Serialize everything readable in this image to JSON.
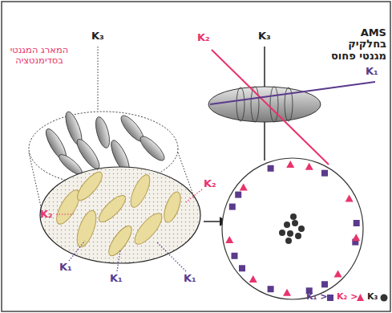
{
  "diagram": {
    "labels": [
      "AMS בחלקיק מגנטי פחוס",
      "K₃",
      "K₂",
      "K₁",
      "המארג המגנטי בסדימנטציה",
      "K₃",
      "K₂",
      "K₂",
      "K₁",
      "K₁",
      "K₁"
    ],
    "legend": [
      {
        "text": "K₁ >"
      },
      {
        "text": "K₂ >"
      },
      {
        "text": "K₃"
      }
    ]
  }
}
